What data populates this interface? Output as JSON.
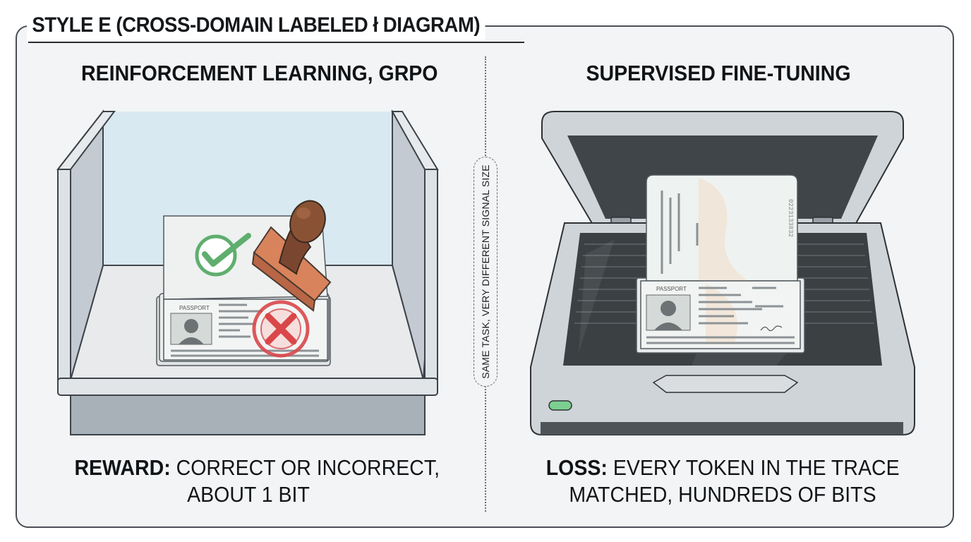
{
  "header": {
    "title": "STYLE E (CROSS-DOMAIN LABELED ł DIAGRAM)"
  },
  "left_panel": {
    "title": "REINFORCEMENT LEARNING, GRPO",
    "passport_label": "PASSPORT",
    "caption_bold": "REWARD:",
    "caption_line1": " CORRECT OR INCORRECT,",
    "caption_line2": "ABOUT 1 BIT"
  },
  "divider": {
    "label": "SAME TASK, VERY DIFFERENT SIGNAL SIZE"
  },
  "right_panel": {
    "title": "SUPERVISED FINE-TUNING",
    "passport_label": "PASSPORT",
    "caption_bold": "LOSS:",
    "caption_line1": " EVERY TOKEN IN THE TRACE",
    "caption_line2": "MATCHED, HUNDREDS OF BITS"
  },
  "colors": {
    "check": "#5fae6e",
    "cross": "#d9474a",
    "stamp_handle": "#8a5235",
    "stamp_base": "#d9835c",
    "scanner_led": "#7ccf8f"
  },
  "icons": [
    "check-icon",
    "cross-icon",
    "rubber-stamp-icon",
    "person-photo-icon",
    "scanner-icon",
    "signature-icon"
  ]
}
